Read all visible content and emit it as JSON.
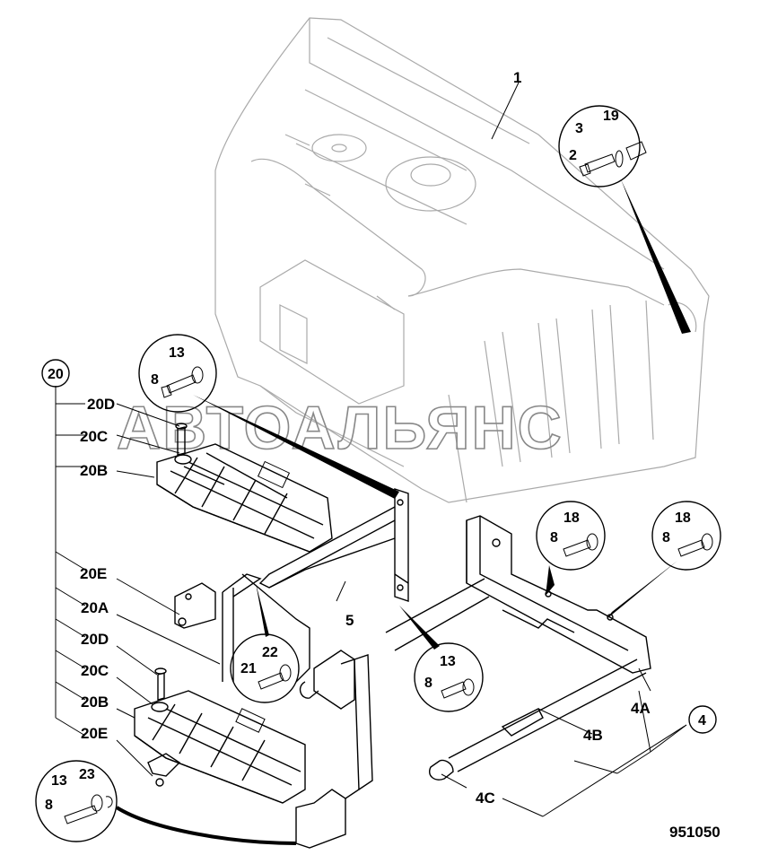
{
  "drawing_number": "951050",
  "watermark": "АВТОАЛЬЯНС",
  "callouts": {
    "c1": "1",
    "c3_top": "3",
    "c19": "19",
    "c2": "2",
    "c13_a": "13",
    "c8_a": "8",
    "c20_circle": "20",
    "c20D_a": "20D",
    "c20C_a": "20C",
    "c20B_a": "20B",
    "c18_a": "18",
    "c8_b": "8",
    "c18_b": "18",
    "c8_c": "8",
    "c20E_a": "20E",
    "c5": "5",
    "c20A": "20A",
    "c22": "22",
    "c21": "21",
    "c13_b": "13",
    "c8_d": "8",
    "c20D_b": "20D",
    "c4A": "4A",
    "c20C_b": "20C",
    "c4_circle": "4",
    "c20B_b": "20B",
    "c4B": "4B",
    "c20E_b": "20E",
    "c13_c": "13",
    "c23": "23",
    "c4C": "4C",
    "c8_e": "8"
  }
}
